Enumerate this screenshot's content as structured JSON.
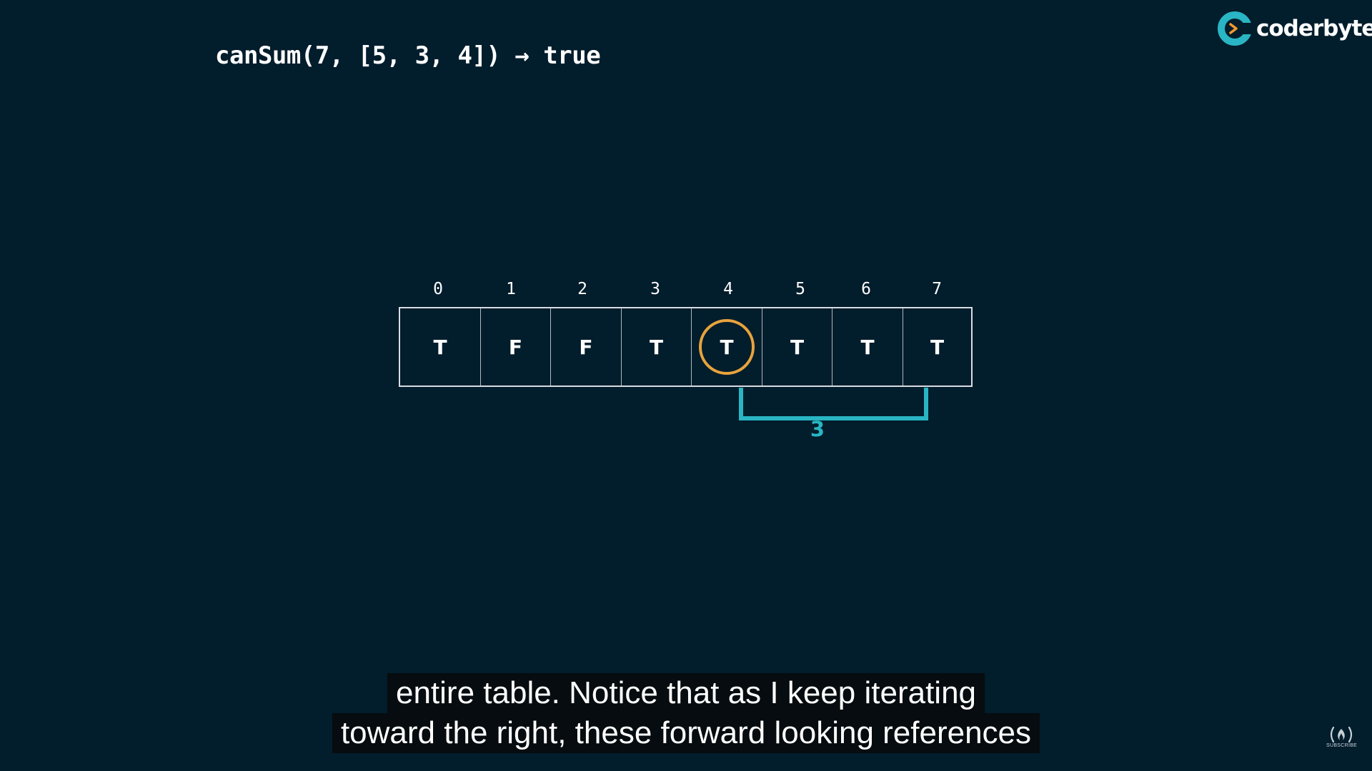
{
  "header": {
    "expression": "canSum(7, [5, 3, 4]) → true"
  },
  "logo": {
    "name": "coderbyte",
    "icon": "coderbyte-logo-icon",
    "brand_color": "#29b5c3",
    "accent_color": "#f29a2e"
  },
  "table": {
    "indices": [
      "0",
      "1",
      "2",
      "3",
      "4",
      "5",
      "6",
      "7"
    ],
    "values": [
      "T",
      "F",
      "F",
      "T",
      "T",
      "T",
      "T",
      "T"
    ],
    "highlighted_index": 4,
    "highlight_color": "#e8a33d"
  },
  "bracket": {
    "label": "3",
    "from_index": 4,
    "to_index": 7,
    "color": "#29b5c3"
  },
  "subtitles": {
    "line1": "entire table. Notice that as I keep iterating",
    "line2": "toward the right, these forward looking references"
  },
  "channel_badge": {
    "icon": "freecodecamp-flame-icon",
    "label": "SUBSCRIBE"
  }
}
